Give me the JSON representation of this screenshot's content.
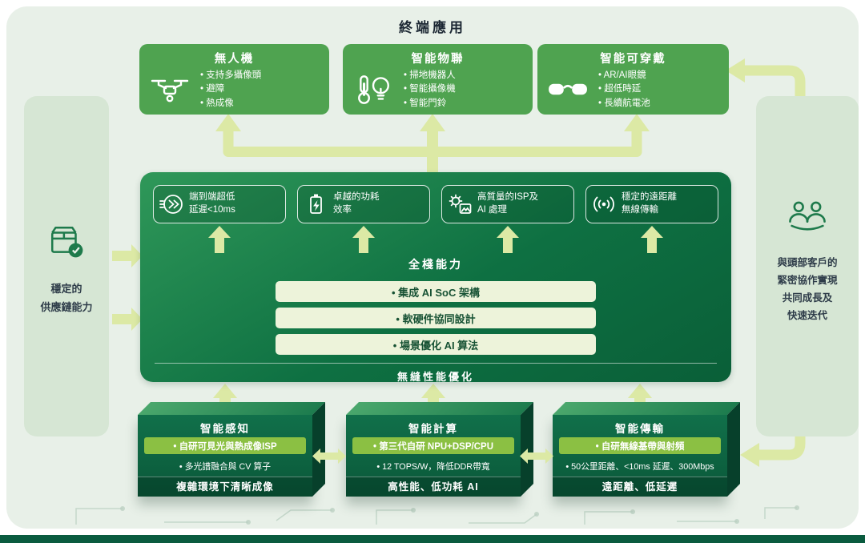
{
  "page": {
    "title": "終端應用"
  },
  "top_cards": [
    {
      "title": "無人機",
      "icon": "drone-icon",
      "bullets": [
        "• 支持多攝像頭",
        "• 避障",
        "• 熱成像"
      ]
    },
    {
      "title": "智能物聯",
      "icon": "iot-thermo-bulb-icon",
      "bullets": [
        "• 掃地機器人",
        "• 智能攝像機",
        "• 智能門鈴"
      ]
    },
    {
      "title": "智能可穿戴",
      "icon": "smart-glasses-icon",
      "bullets": [
        "• AR/AI眼鏡",
        "• 超低時延",
        "• 長續航電池"
      ]
    }
  ],
  "left_panel": {
    "icon": "supply-box-check-icon",
    "lines": [
      "穩定的",
      "供應鏈能力"
    ]
  },
  "right_panel": {
    "icon": "partnership-people-icon",
    "lines": [
      "與頭部客戶的",
      "緊密協作實現",
      "共同成長及",
      "快速迭代"
    ]
  },
  "core": {
    "features": [
      {
        "icon": "low-latency-icon",
        "line1": "端到端超低",
        "line2": "延遲<10ms"
      },
      {
        "icon": "power-efficiency-icon",
        "line1": "卓越的功耗",
        "line2": "效率"
      },
      {
        "icon": "isp-ai-icon",
        "line1": "高質量的ISP及",
        "line2": "AI 處理"
      },
      {
        "icon": "wireless-icon",
        "line1": "穩定的遠距離",
        "line2": "無線傳輸"
      }
    ],
    "stack_title": "全棧能力",
    "stack_items": [
      "• 集成 AI SoC 架構",
      "• 軟硬件協同設計",
      "• 場景優化 AI 算法"
    ],
    "footer": "無縫性能優化"
  },
  "bottom_cards": [
    {
      "title": "智能感知",
      "highlight": "• 自研可見光與熱成像ISP",
      "detail": "• 多光譜融合與 CV 算子",
      "footer": "複雜環境下清晰成像"
    },
    {
      "title": "智能計算",
      "highlight": "• 第三代自研 NPU+DSP/CPU",
      "detail": "• 12 TOPS/W，降低DDR帶寬",
      "footer": "高性能、低功耗 AI"
    },
    {
      "title": "智能傳輸",
      "highlight": "• 自研無線基帶與射頻",
      "detail": "• 50公里距離、<10ms 延遲、300Mbps",
      "footer": "遠距離、低延遲"
    }
  ],
  "colors": {
    "background_mint": "#e8f0e8",
    "card_green": "#4fa350",
    "core_green": "#0e7042",
    "accent_lime": "#8bc043",
    "arrow_pale": "#dce9a5",
    "pale_bar": "#edf3da",
    "chip_green": "#0a5839",
    "edge_bar": "#0a5b3f"
  }
}
